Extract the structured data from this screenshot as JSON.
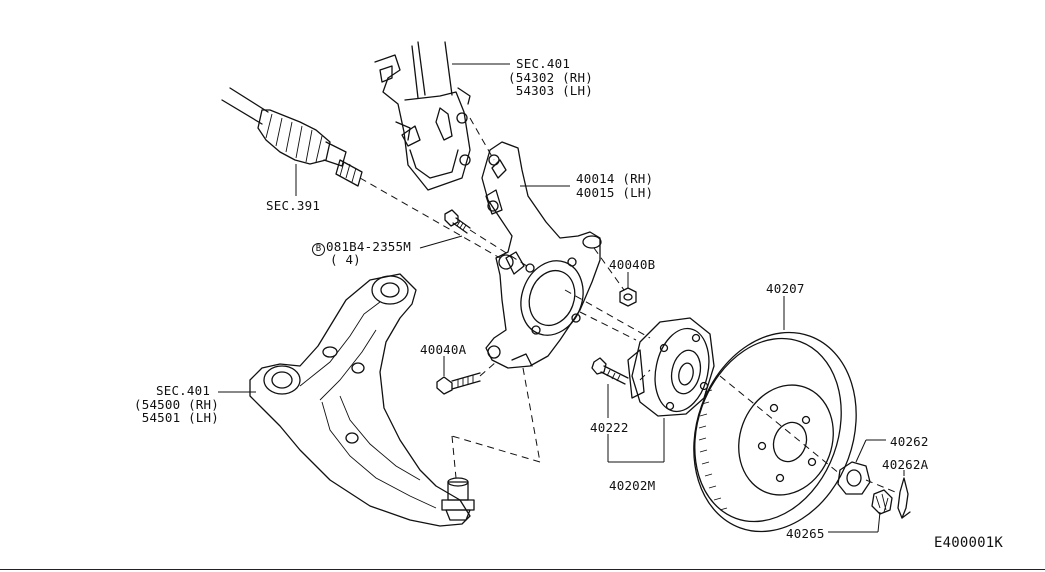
{
  "labels": {
    "strut": {
      "sec": "SEC.401",
      "rh": "(54302 (RH)",
      "lh": " 54303 (LH)"
    },
    "driveshaft": {
      "sec": "SEC.391"
    },
    "knuckle": {
      "rh": "40014 (RH)",
      "lh": "40015 (LH)"
    },
    "bolt_spec": {
      "prefix": "B",
      "code": "081B4-2355M",
      "qty": "( 4)"
    },
    "nut_40040b": "40040B",
    "bolt_40040a": "40040A",
    "lower_arm": {
      "sec": "SEC.401",
      "rh": "(54500 (RH)",
      "lh": " 54501 (LH)"
    },
    "rotor": "40207",
    "hub_bolt": "40222",
    "hub_assembly": "40202M",
    "hub_nut": "40262",
    "cotter_pin": "40262A",
    "nut_retainer": "40265",
    "diagram_code": "E400001K"
  }
}
